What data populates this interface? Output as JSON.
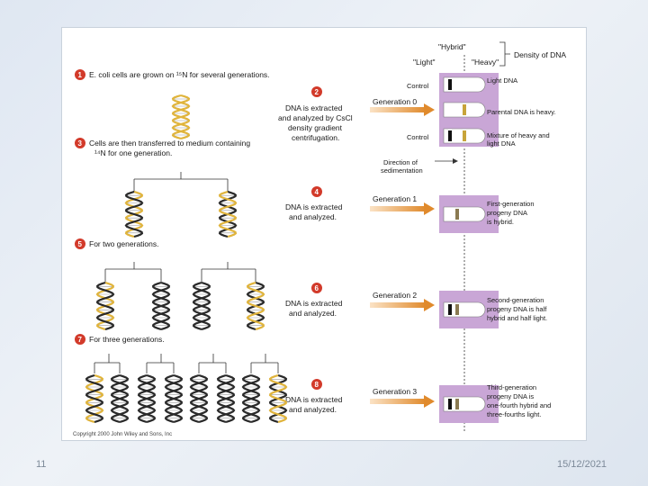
{
  "slide": {
    "number": "11",
    "date": "15/12/2021"
  },
  "header": {
    "hybrid": "\"Hybrid\"",
    "light": "\"Light\"",
    "heavy": "\"Heavy\"",
    "density": "Density of DNA"
  },
  "steps": [
    {
      "num": "1",
      "line1": "E. coli cells are grown on ¹⁵N for several generations."
    },
    {
      "num": "2",
      "line1": "DNA is extracted",
      "line2": "and analyzed by CsCl",
      "line3": "density gradient",
      "line4": "centrifugation."
    },
    {
      "num": "3",
      "line1": "Cells are then transferred to medium containing",
      "line2": "¹⁴N for one generation."
    },
    {
      "num": "4",
      "line1": "DNA is extracted",
      "line2": "and analyzed."
    },
    {
      "num": "5",
      "line1": "For two generations."
    },
    {
      "num": "6",
      "line1": "DNA is extracted",
      "line2": "and analyzed."
    },
    {
      "num": "7",
      "line1": "For three generations."
    },
    {
      "num": "8",
      "line1": "DNA is extracted",
      "line2": "and analyzed."
    }
  ],
  "tubes": {
    "control_label": "Control",
    "generation0": "Generation 0",
    "light_dna": "Light DNA",
    "parental": "Parental DNA is heavy.",
    "mixture_line1": "Mixture of heavy and",
    "mixture_line2": "light DNA",
    "direction_line1": "Direction of",
    "direction_line2": "sedimentation",
    "generation1": "Generation 1",
    "gen1_line1": "First-generation",
    "gen1_line2": "progeny DNA",
    "gen1_line3": "is hybrid.",
    "generation2": "Generation 2",
    "gen2_line1": "Second-generation",
    "gen2_line2": "progeny DNA is half",
    "gen2_line3": "hybrid and half light.",
    "generation3": "Generation 3",
    "gen3_line1": "Third-generation",
    "gen3_line2": "progeny DNA is",
    "gen3_line3": "one-fourth hybrid and",
    "gen3_line4": "three-fourths light."
  },
  "copyright": "Copyright 2000 John Wiley and Sons, Inc",
  "colors": {
    "heavy_strand": "#e0b43c",
    "light_strand": "#2a2a2a",
    "tube_panel": "#c9a6d6",
    "arrow": "#e08a2c",
    "step_badge": "#d23a2a"
  }
}
